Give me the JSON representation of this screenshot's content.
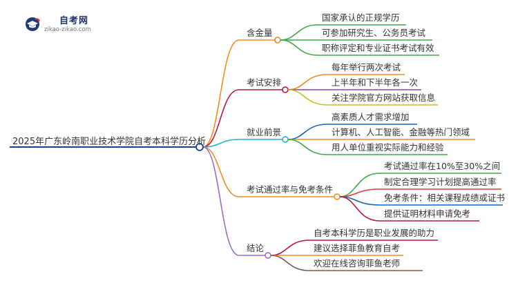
{
  "logo": {
    "title": "自考网",
    "subtitle": "zikao-zikao.com",
    "colors": {
      "dark": "#1f3a78",
      "red": "#e53935"
    }
  },
  "root": {
    "text": "2025年广东岭南职业技术学院自考本科学历分析",
    "color": "#1c3d8c"
  },
  "branches": [
    {
      "name": "branch-hanjinliang",
      "text": "含金量",
      "color": "#f28a1c",
      "leaves": [
        "国家承认的正规学历",
        "可参加研究生、公务员考试",
        "职称评定和专业证书考试有效"
      ],
      "leaf_colors": [
        "#3fa84a",
        "#3fa84a",
        "#3fa84a"
      ]
    },
    {
      "name": "branch-kaoshi-anpai",
      "text": "考试安排",
      "color": "#b8163c",
      "leaves": [
        "每年举行两次考试",
        "上半年和下半年各一次",
        "关注学院官方网站获取信息"
      ],
      "leaf_colors": [
        "#f28a1c",
        "#8e44ad",
        "#c9c21a"
      ]
    },
    {
      "name": "branch-jiuye-qianjing",
      "text": "就业前景",
      "color": "#1cb5c6",
      "leaves": [
        "高素质人才需求增加",
        "计算机、人工智能、金融等热门领域",
        "用人单位重视实际能力和经验"
      ],
      "leaf_colors": [
        "#1565c0",
        "#f28a1c",
        "#3fa84a"
      ]
    },
    {
      "name": "branch-tongguolv",
      "text": "考试通过率与免考条件",
      "color": "#f28a1c",
      "leaves": [
        "考试通过率在10%至30%之间",
        "制定合理学习计划提高通过率",
        "免考条件：相关课程成绩或证书",
        "提供证明材料申请免考"
      ],
      "leaf_colors": [
        "#3fa84a",
        "#e53935",
        "#1565c0",
        "#b8163c"
      ]
    },
    {
      "name": "branch-jielun",
      "text": "结论",
      "color": "#9b6cc6",
      "leaves": [
        "自考本科学历是职业发展的助力",
        "建议选择菲鱼教育自考",
        "欢迎在线咨询菲鱼老师"
      ],
      "leaf_colors": [
        "#b8163c",
        "#f28a1c",
        "#7a5a4a"
      ]
    }
  ]
}
